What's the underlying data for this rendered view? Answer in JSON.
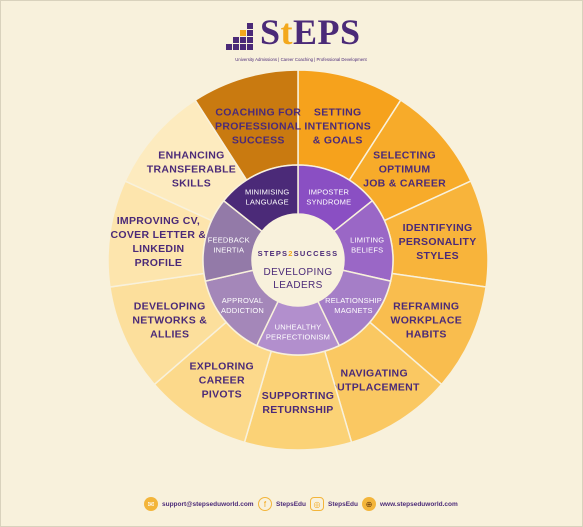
{
  "brand": {
    "name_prefix": "S",
    "name_accent": "t",
    "name_suffix": "EPS",
    "tagline": "University Admissions | Career Coaching | Professional Development"
  },
  "wheel": {
    "outer_segments": [
      {
        "lines": [
          "SETTING",
          "INTENTIONS",
          "& GOALS"
        ]
      },
      {
        "lines": [
          "SELECTING",
          "OPTIMUM",
          "JOB & CAREER"
        ]
      },
      {
        "lines": [
          "IDENTIFYING",
          "PERSONALITY",
          "STYLES"
        ]
      },
      {
        "lines": [
          "REFRAMING",
          "WORKPLACE",
          "HABITS"
        ]
      },
      {
        "lines": [
          "NAVIGATING",
          "OUTPLACEMENT"
        ]
      },
      {
        "lines": [
          "SUPPORTING",
          "RETURNSHIP"
        ]
      },
      {
        "lines": [
          "EXPLORING",
          "CAREER",
          "PIVOTS"
        ]
      },
      {
        "lines": [
          "DEVELOPING",
          "NETWORKS &",
          "ALLIES"
        ]
      },
      {
        "lines": [
          "IMPROVING CV,",
          "COVER LETTER &",
          "LINKEDIN",
          "PROFILE"
        ]
      },
      {
        "lines": [
          "ENHANCING",
          "TRANSFERABLE",
          "SKILLS"
        ]
      },
      {
        "lines": [
          "COACHING FOR",
          "PROFESSIONAL",
          "SUCCESS"
        ]
      }
    ],
    "inner_segments": [
      {
        "lines": [
          "IMPOSTER",
          "SYNDROME"
        ]
      },
      {
        "lines": [
          "LIMITING",
          "BELIEFS"
        ]
      },
      {
        "lines": [
          "RELATIONSHIP",
          "MAGNETS"
        ]
      },
      {
        "lines": [
          "UNHEALTHY",
          "PERFECTIONISM"
        ]
      },
      {
        "lines": [
          "APPROVAL",
          "ADDICTION"
        ]
      },
      {
        "lines": [
          "FEEDBACK",
          "INERTIA"
        ]
      },
      {
        "lines": [
          "MINIMISING",
          "LANGUAGE"
        ]
      }
    ],
    "center": {
      "brand_left": "STEPS",
      "brand_mid": "2",
      "brand_right": "SUCCESS",
      "title_lines": [
        "DEVELOPING",
        "LEADERS"
      ]
    },
    "colors": {
      "outer": [
        "#f6a21c",
        "#f7ab2a",
        "#f8b43b",
        "#f9bd4e",
        "#fac862",
        "#fbd276",
        "#fcd98b",
        "#fcdf9c",
        "#fde5ad",
        "#fdebbf",
        "#c97a10"
      ],
      "inner": [
        "#8a4fc3",
        "#9a67c6",
        "#a57ec7",
        "#b28fcd",
        "#a487b9",
        "#937aa8",
        "#4b2a78"
      ]
    }
  },
  "footer": {
    "email": "support@stepseduworld.com",
    "facebook": "StepsEdu",
    "instagram": "StepsEdu",
    "website": "www.stepseduworld.com",
    "icons": [
      "email-icon",
      "facebook-icon",
      "instagram-icon",
      "globe-icon"
    ]
  }
}
